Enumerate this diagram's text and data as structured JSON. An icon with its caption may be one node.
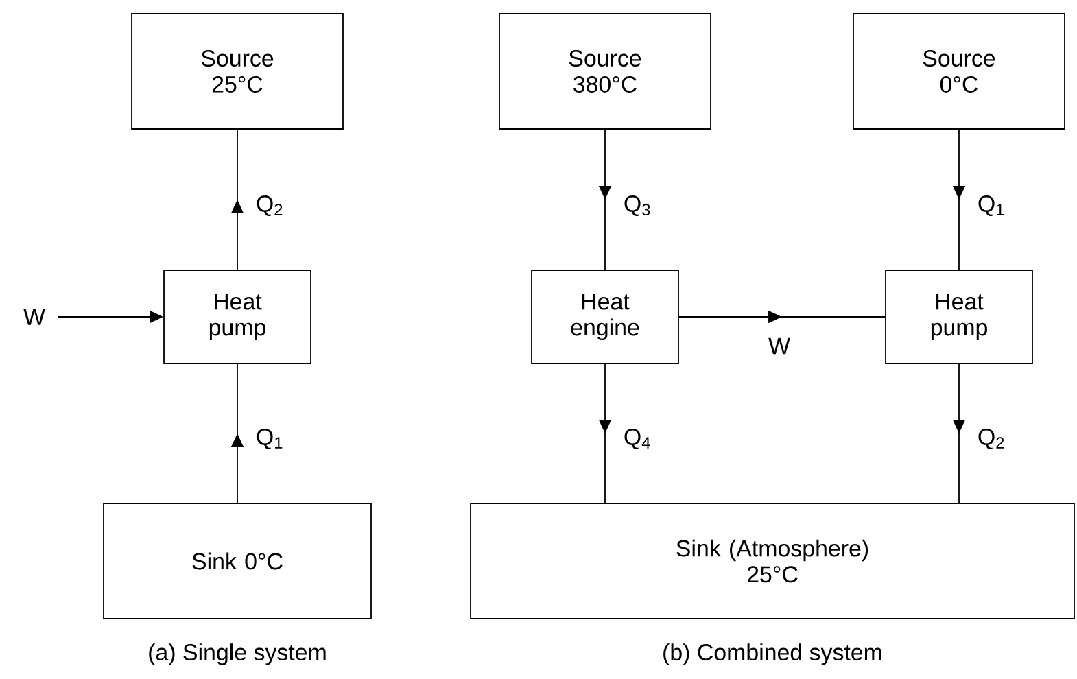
{
  "diagram": {
    "nodes": [
      {
        "text": [
          "Source 25°C"
        ]
      },
      {
        "text": [
          "Heat pump"
        ]
      },
      {
        "text": [
          "W"
        ]
      },
      {
        "text": [
          "Sink 0°C"
        ]
      },
      {
        "text": [
          "Source 380°C"
        ]
      },
      {
        "text": [
          "Source 0°C"
        ]
      },
      {
        "text": [
          "Heat engine"
        ]
      },
      {
        "text": [
          "Heat pump"
        ]
      },
      {
        "text": [
          "Sink (Atmosphere) 25°C"
        ]
      }
    ],
    "edges": [
      {
        "from": 1,
        "to": 0,
        "arrow": "to",
        "label": "Q$_{2}$"
      },
      {
        "from": 2,
        "to": 1,
        "arrow": "to"
      },
      {
        "from": 3,
        "to": 1,
        "arrow": "to",
        "label": "Q$_{1}$"
      },
      {
        "from": 4,
        "to": 6,
        "arrow": "to",
        "label": "Q$_{3}$"
      },
      {
        "from": 5,
        "to": 7,
        "arrow": "to",
        "label": "Q$_{1}$"
      },
      {
        "from": 6,
        "to": 7,
        "arrow": "to",
        "label": "W"
      },
      {
        "from": 6,
        "to": 8,
        "arrow": "to",
        "label": "Q$_{4}$"
      },
      {
        "from": 7,
        "to": 8,
        "arrow": "to",
        "label": "Q$_{2}$"
      }
    ],
    "labels": [
      "(a) Single system",
      "(b) Combined system"
    ]
  }
}
